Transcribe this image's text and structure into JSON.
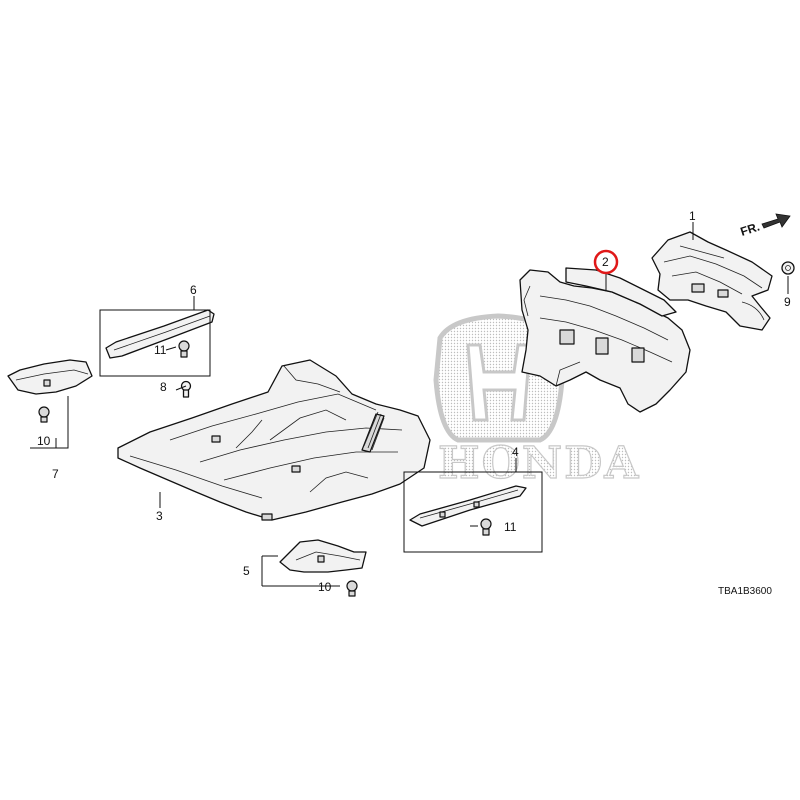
{
  "callouts": {
    "c1": "1",
    "c2": "2",
    "c3": "3",
    "c4": "4",
    "c5": "5",
    "c6": "6",
    "c7": "7",
    "c8": "8",
    "c9": "9",
    "c10a": "10",
    "c10b": "10",
    "c11a": "11",
    "c11b": "11"
  },
  "front_indicator": "FR.",
  "diagram_code": "TBA1B3600",
  "watermark": "HONDA",
  "colors": {
    "highlight": "#e01818",
    "watermark": "#c8c8c8"
  }
}
